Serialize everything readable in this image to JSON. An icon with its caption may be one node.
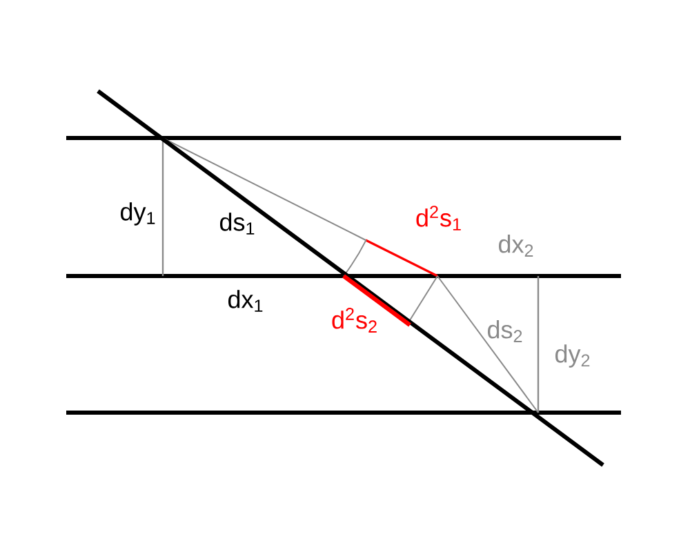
{
  "diagram": {
    "labels": [
      "dy$_{1}$",
      "ds$_{1}$",
      "d$^{2}$s$_{1}$",
      "dx$_{2}$",
      "dx$_{1}$",
      "d$^{2}$s$_{2}$",
      "ds$_{2}$",
      "dy$_{2}$"
    ]
  }
}
